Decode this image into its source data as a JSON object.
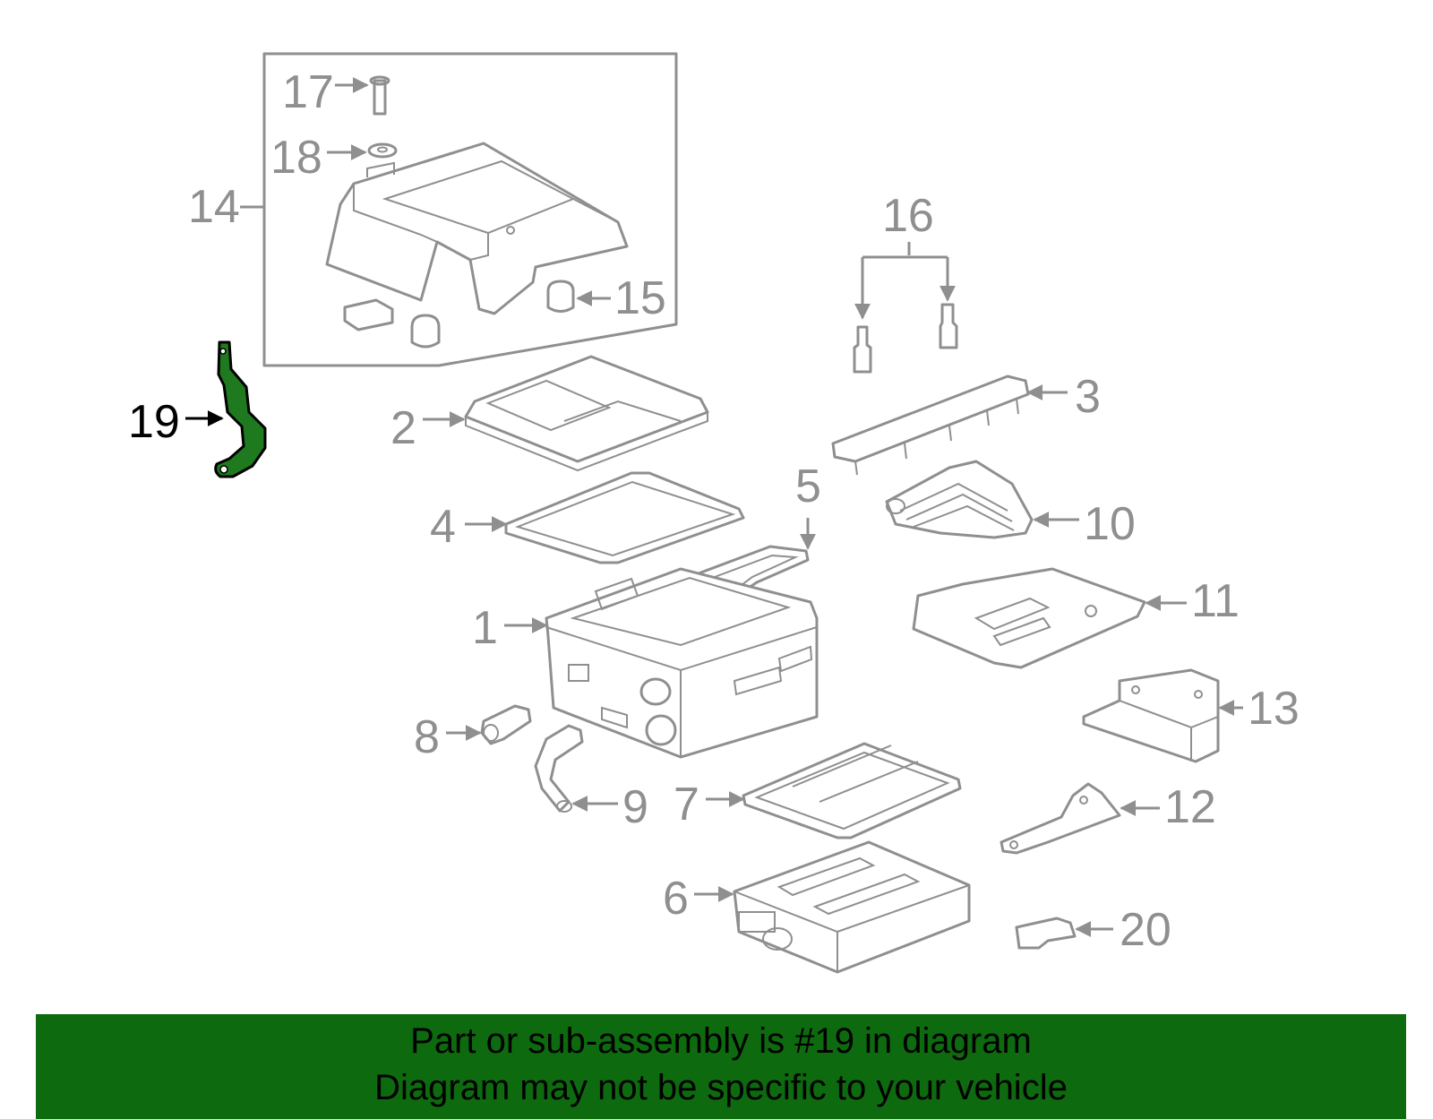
{
  "callouts": {
    "c1": "1",
    "c2": "2",
    "c3": "3",
    "c4": "4",
    "c5": "5",
    "c6": "6",
    "c7": "7",
    "c8": "8",
    "c9": "9",
    "c10": "10",
    "c11": "11",
    "c12": "12",
    "c13": "13",
    "c14": "14",
    "c15": "15",
    "c16": "16",
    "c17": "17",
    "c18": "18",
    "c19": "19",
    "c20": "20"
  },
  "banner": {
    "line1": "Part or sub-assembly is #19 in diagram",
    "line2": "Diagram may not be specific to your vehicle"
  },
  "colors": {
    "highlight_part": "#1f7a1f",
    "banner_bg": "#0e6a0e",
    "line_gray": "#8f8f8f"
  }
}
